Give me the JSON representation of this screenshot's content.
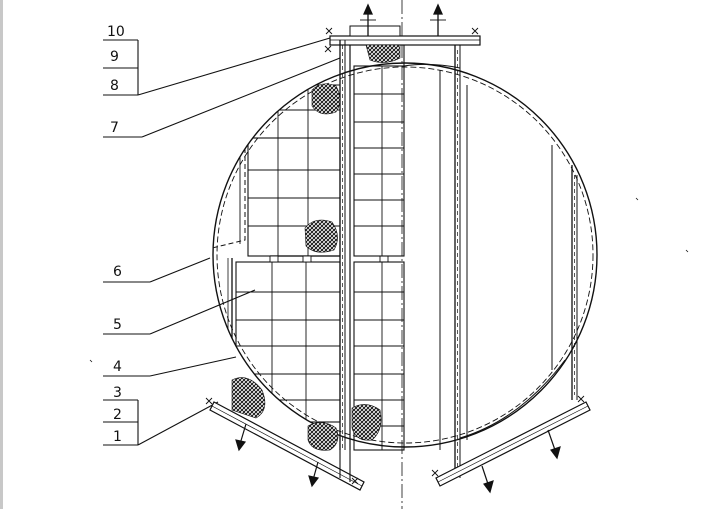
{
  "labels": {
    "l1": "1",
    "l2": "2",
    "l3": "3",
    "l4": "4",
    "l5": "5",
    "l6": "6",
    "l7": "7",
    "l8": "8",
    "l9": "9",
    "l10": "10"
  },
  "colors": {
    "ink": "#111111",
    "paper": "#ffffff",
    "left_edge_bar": "#c8c8c8"
  }
}
